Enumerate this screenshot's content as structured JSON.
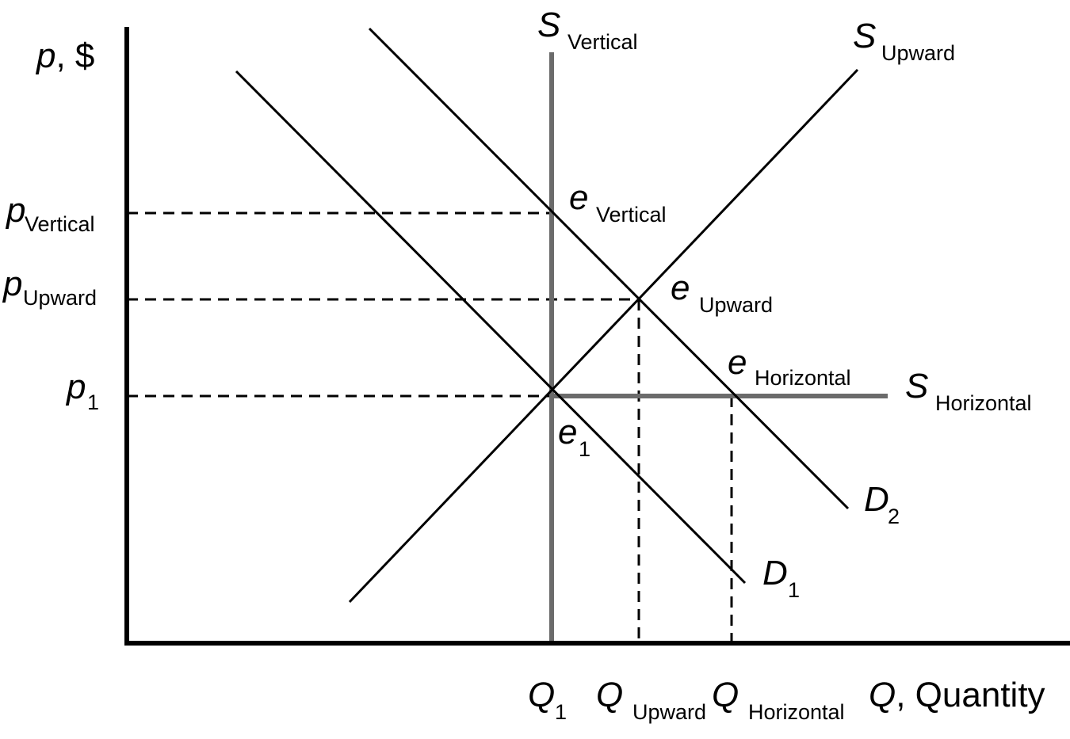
{
  "axes": {
    "y_label": {
      "var": "p",
      "rest": ", $"
    },
    "x_label": {
      "var": "Q",
      "rest": ", Quantity"
    }
  },
  "curves": {
    "s_vertical": {
      "letter": "S",
      "sub": "Vertical"
    },
    "s_upward": {
      "letter": "S",
      "sub": "Upward"
    },
    "s_horizontal": {
      "letter": "S",
      "sub": "Horizontal"
    },
    "d1": {
      "letter": "D",
      "sub": "1"
    },
    "d2": {
      "letter": "D",
      "sub": "2"
    }
  },
  "equilibria": {
    "e_vertical": {
      "letter": "e",
      "sub": "Vertical"
    },
    "e_upward": {
      "letter": "e",
      "sub": "Upward"
    },
    "e_horizontal": {
      "letter": "e",
      "sub": "Horizontal"
    },
    "e1": {
      "letter": "e",
      "sub": "1"
    }
  },
  "price_ticks": {
    "p_vertical": {
      "letter": "p",
      "sub": "Vertical"
    },
    "p_upward": {
      "letter": "p",
      "sub": "Upward"
    },
    "p1": {
      "letter": "p",
      "sub": "1"
    }
  },
  "quantity_ticks": {
    "q1": {
      "letter": "Q",
      "sub": "1"
    },
    "q_upward": {
      "letter": "Q",
      "sub": "Upward"
    },
    "q_horizontal": {
      "letter": "Q",
      "sub": "Horizontal"
    }
  },
  "colors": {
    "line": "#000000",
    "supply_shifted": "#6b6b6b",
    "background": "#ffffff"
  }
}
